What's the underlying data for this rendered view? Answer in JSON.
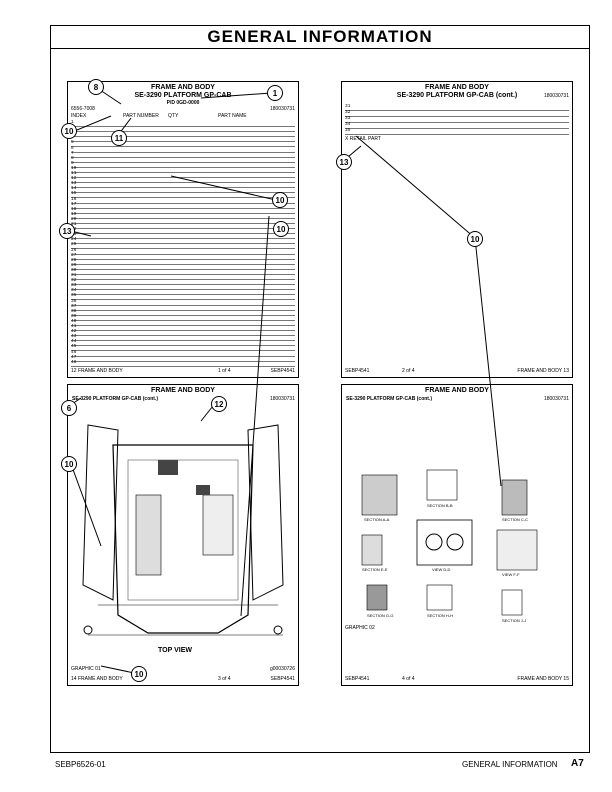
{
  "title": "GENERAL INFORMATION",
  "footer": {
    "left": "SEBP6526-01",
    "right_label": "GENERAL INFORMATION",
    "right_page": "A7"
  },
  "page1": {
    "header": "FRAME AND BODY",
    "group": "SE-3290 PLATFORM GP-CAB",
    "pid": "P/D 0GD-0000",
    "left_code": "6556-7008",
    "right_code": "180030731",
    "col_index": "INDEX",
    "col_part": "PART NUMBER",
    "col_qty": "QTY",
    "col_name": "PART NAME",
    "rows": [
      "1",
      "2",
      "3",
      "4",
      "5",
      "6",
      "7",
      "8",
      "9",
      "10",
      "11",
      "12",
      "13",
      "14",
      "15",
      "16",
      "17",
      "18",
      "19",
      "20",
      "21",
      "22",
      "23",
      "24",
      "25",
      "26",
      "27",
      "28",
      "29",
      "30",
      "31",
      "32",
      "33",
      "34",
      "35",
      "36",
      "37",
      "38",
      "39",
      "40",
      "41",
      "42",
      "43",
      "44",
      "45",
      "46",
      "47",
      "48"
    ],
    "footer_left": "12 FRAME AND BODY",
    "footer_mid": "1 of 4",
    "footer_right": "SEBP4541"
  },
  "page2": {
    "header": "FRAME AND BODY",
    "group": "SE-3290 PLATFORM GP-CAB (cont.)",
    "right_code": "180030731",
    "rows": [
      "31",
      "32",
      "33",
      "34",
      "35"
    ],
    "note": "X RETAIL PART",
    "footer_left": "SEBP4541",
    "footer_mid": "2 of 4",
    "footer_right": "FRAME AND BODY 13"
  },
  "page3": {
    "header": "FRAME AND BODY",
    "group": "SE-3290 PLATFORM GP-CAB (cont.)",
    "right_code": "180030731",
    "view_label": "TOP VIEW",
    "footer_left": "14 FRAME AND BODY",
    "footer_mid": "3 of 4",
    "footer_right": "SEBP4541",
    "graphic": "GRAPHIC 01",
    "graphic_id": "g00030726"
  },
  "page4": {
    "header": "FRAME AND BODY",
    "group": "SE-3290 PLATFORM GP-CAB (cont.)",
    "right_code": "180030731",
    "sections": [
      "SECTION A-A",
      "SECTION B-B",
      "SECTION C-C",
      "VIEW D-D",
      "SECTION E-E",
      "VIEW F-F",
      "SECTION G-G",
      "SECTION H-H",
      "SECTION J-J"
    ],
    "footer_left": "SEBP4541",
    "footer_mid": "4 of 4",
    "footer_right": "FRAME AND BODY 15",
    "graphic": "GRAPHIC 02"
  },
  "callouts": [
    "8",
    "1",
    "10",
    "11",
    "10",
    "13",
    "10",
    "13",
    "10",
    "6",
    "12",
    "10",
    "10"
  ]
}
